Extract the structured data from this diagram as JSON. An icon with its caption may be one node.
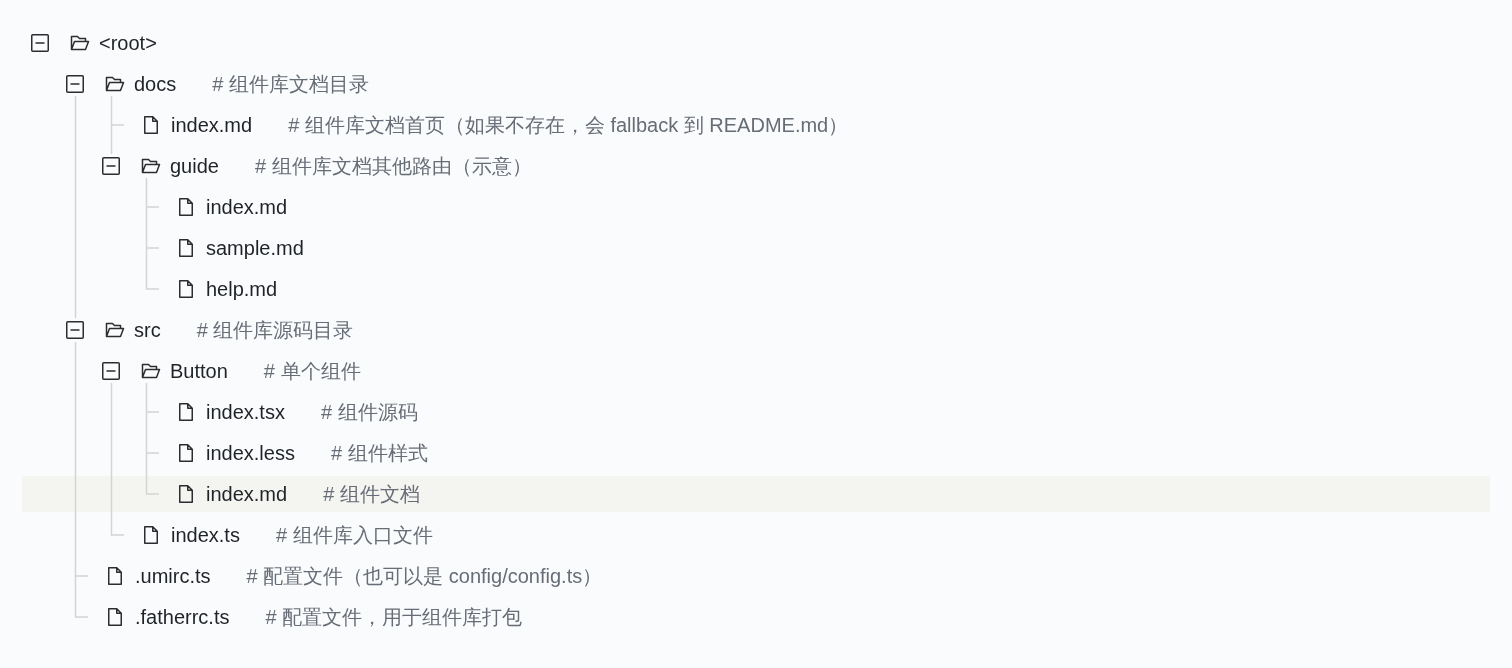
{
  "diagram": {
    "nodes": [
      {
        "text": [
          "<root>"
        ]
      },
      {
        "text": [
          "docs",
          "# 组件库文档目录"
        ]
      },
      {
        "text": [
          "index.md",
          "# 组件库文档首页（如果不存在，会 fallback 到 README.md）"
        ]
      },
      {
        "text": [
          "guide",
          "# 组件库文档其他路由（示意）"
        ]
      },
      {
        "text": [
          "index.md"
        ]
      },
      {
        "text": [
          "sample.md"
        ]
      },
      {
        "text": [
          "help.md"
        ]
      },
      {
        "text": [
          "src",
          "# 组件库源码目录"
        ]
      },
      {
        "text": [
          "Button",
          "# 单个组件"
        ]
      },
      {
        "text": [
          "index.tsx",
          "# 组件源码"
        ]
      },
      {
        "text": [
          "index.less",
          "# 组件样式"
        ]
      },
      {
        "text": [
          "index.md",
          "# 组件文档"
        ]
      },
      {
        "text": [
          "index.ts",
          "# 组件库入口文件"
        ]
      },
      {
        "text": [
          ".umirc.ts",
          "# 配置文件（也可以是 config/config.ts）"
        ]
      },
      {
        "text": [
          ".fatherrc.ts",
          "# 配置文件，用于组件库打包"
        ]
      }
    ],
    "edges": [
      {
        "from": 1,
        "to": 2,
        "arrow": "none"
      },
      {
        "from": 1,
        "to": 3,
        "arrow": "none"
      },
      {
        "from": 3,
        "to": 4,
        "arrow": "none"
      },
      {
        "from": 3,
        "to": 5,
        "arrow": "none"
      },
      {
        "from": 3,
        "to": 6,
        "arrow": "none"
      },
      {
        "from": 1,
        "to": 7,
        "arrow": "none"
      },
      {
        "from": 8,
        "to": 9,
        "arrow": "none"
      },
      {
        "from": 8,
        "to": 10,
        "arrow": "none"
      },
      {
        "from": 8,
        "to": 11,
        "arrow": "none"
      },
      {
        "from": 8,
        "to": 12,
        "arrow": "none"
      },
      {
        "from": 7,
        "to": 13,
        "arrow": "none"
      },
      {
        "from": 7,
        "to": 14,
        "arrow": "none"
      }
    ]
  }
}
